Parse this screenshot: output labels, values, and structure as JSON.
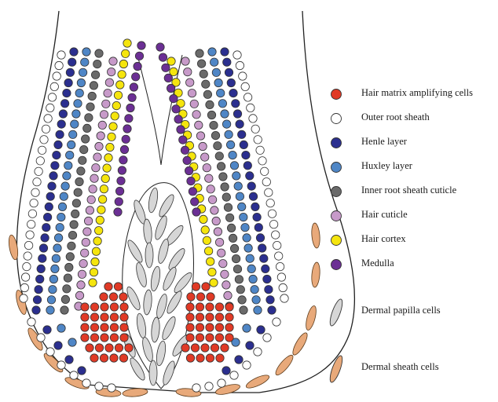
{
  "cell_types": [
    {
      "key": "hair_matrix",
      "label": "Hair matrix amplifying cells",
      "color": "#e03a26"
    },
    {
      "key": "outer_root_sheath",
      "label": "Outer root sheath",
      "color": "#ffffff"
    },
    {
      "key": "henle",
      "label": "Henle layer",
      "color": "#2b2f8f"
    },
    {
      "key": "huxley",
      "label": "Huxley layer",
      "color": "#4f86c6"
    },
    {
      "key": "irs_cuticle",
      "label": "Inner root sheath cuticle",
      "color": "#6a6a6a"
    },
    {
      "key": "hair_cuticle",
      "label": "Hair cuticle",
      "color": "#c79ac9"
    },
    {
      "key": "hair_cortex",
      "label": "Hair cortex",
      "color": "#f5e50e"
    },
    {
      "key": "medulla",
      "label": "Medulla",
      "color": "#6b2f94"
    }
  ],
  "shape_types": [
    {
      "key": "dermal_papilla",
      "label": "Dermal papilla cells",
      "color": "#d6d6d6",
      "shape": "elongated-cell"
    },
    {
      "key": "dermal_sheath",
      "label": "Dermal sheath cells",
      "color": "#e8a97a",
      "shape": "spindle-cell"
    }
  ]
}
